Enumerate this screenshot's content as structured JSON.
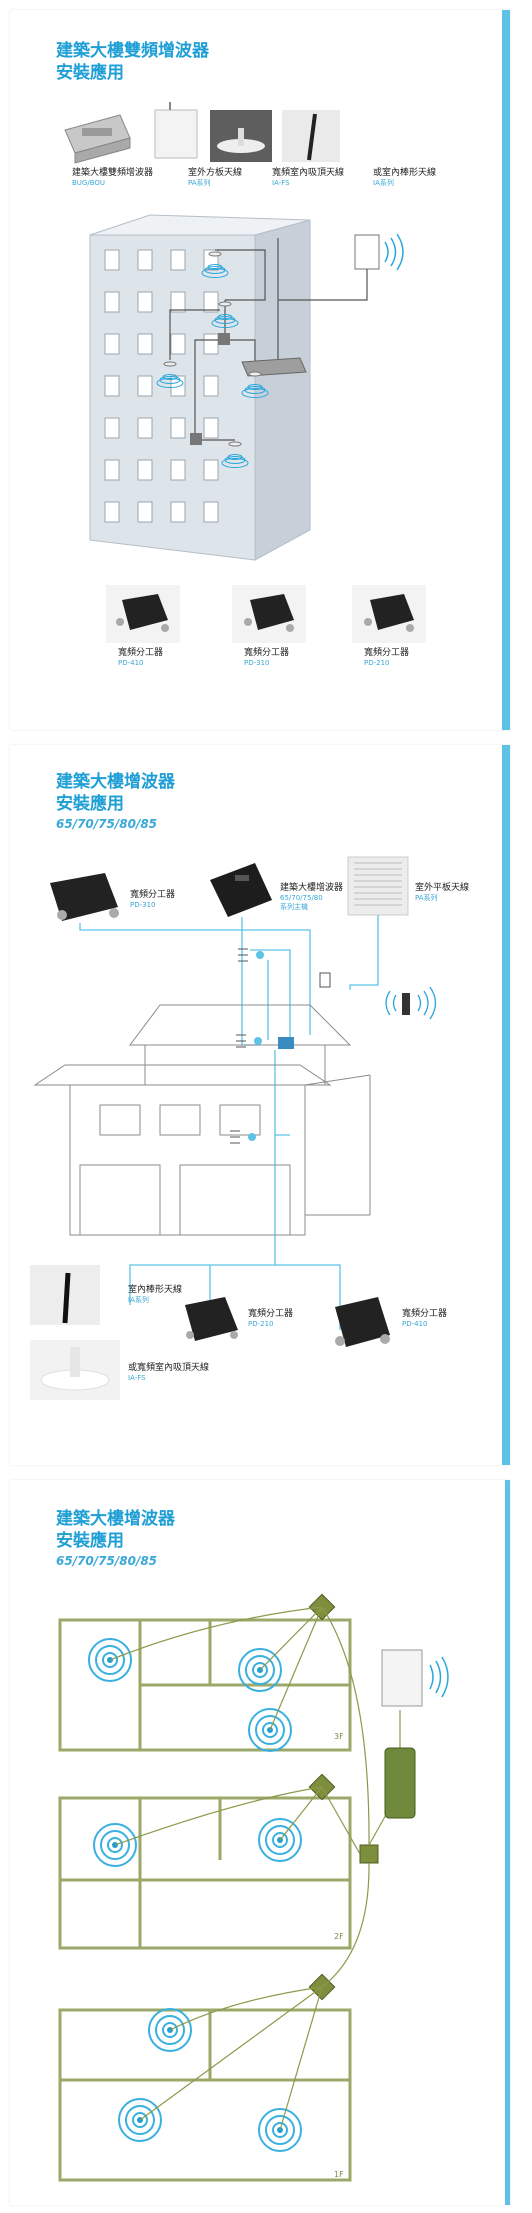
{
  "sheet1": {
    "title_line1": "建築大樓雙頻增波器",
    "title_line2": "安裝應用",
    "products": [
      {
        "name": "建築大樓雙頻增波器",
        "model": "BUG/BOU"
      },
      {
        "name": "室外方板天線",
        "model": "PA系列"
      },
      {
        "name": "寬頻室內吸頂天線",
        "model": "IA-FS"
      },
      {
        "name": "或室內棒形天線",
        "model": "IA系列"
      }
    ],
    "splitters": [
      {
        "name": "寬頻分工器",
        "model": "PD-410"
      },
      {
        "name": "寬頻分工器",
        "model": "PD-310"
      },
      {
        "name": "寬頻分工器",
        "model": "PD-210"
      }
    ]
  },
  "sheet2": {
    "title_line1": "建築大樓增波器",
    "title_line2": "安裝應用",
    "models_line": "65/70/75/80/85",
    "top_products": [
      {
        "name": "寬頻分工器",
        "model": "PD-310"
      },
      {
        "name": "建築大樓增波器",
        "model": "65/70/75/80",
        "model2": "系列主機"
      },
      {
        "name": "室外平板天線",
        "model": "PA系列"
      }
    ],
    "bottom_products": [
      {
        "name": "室內棒形天線",
        "model": "IA系列"
      },
      {
        "name": "寬頻分工器",
        "model": "PD-210"
      },
      {
        "name": "寬頻分工器",
        "model": "PD-410"
      },
      {
        "name": "或寬頻室內吸頂天線",
        "model": "IA-FS"
      }
    ]
  },
  "sheet3": {
    "title_line1": "建築大樓增波器",
    "title_line2": "安裝應用",
    "models_line": "65/70/75/80/85",
    "floors": [
      "3F",
      "2F",
      "1F"
    ]
  },
  "colors": {
    "accent": "#1f9fd6",
    "stripe": "#5cc3e6",
    "cable": "#5cc3e6",
    "olive": "#6f8a3a"
  }
}
